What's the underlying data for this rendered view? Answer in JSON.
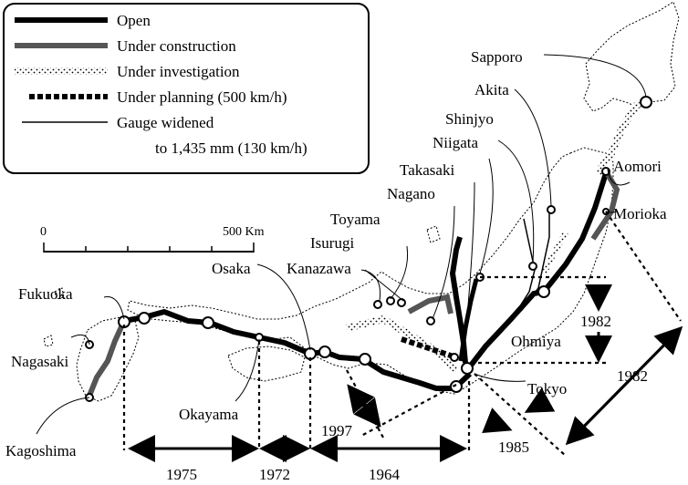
{
  "legend": {
    "items": [
      {
        "label": "Open",
        "style": "open"
      },
      {
        "label": "Under construction",
        "style": "construction"
      },
      {
        "label": "Under investigation",
        "style": "investigation"
      },
      {
        "label": "Under planning (500 km/h)",
        "style": "planning"
      },
      {
        "label": "Gauge widened",
        "label2": "to 1,435 mm (130 km/h)",
        "style": "gauge"
      }
    ]
  },
  "scale": {
    "start": "0",
    "end": "500 Km"
  },
  "cities": {
    "sapporo": "Sapporo",
    "akita": "Akita",
    "shinjyo": "Shinjyo",
    "niigata": "Niigata",
    "aomori": "Aomori",
    "takasaki": "Takasaki",
    "nagano": "Nagano",
    "morioka": "Morioka",
    "toyama": "Toyama",
    "isurugi": "Isurugi",
    "osaka": "Osaka",
    "kanazawa": "Kanazawa",
    "fukuoka": "Fukuoka",
    "nagasaki": "Nagasaki",
    "okayama": "Okayama",
    "ohmiya": "Ohmiya",
    "tokyo": "Tokyo",
    "kagoshima": "Kagoshima"
  },
  "years": {
    "y1975": "1975",
    "y1972": "1972",
    "y1964": "1964",
    "y1982_short": "1982",
    "y1982_long": "1982",
    "y1997": "1997",
    "y1985": "1985"
  },
  "colors": {
    "open": "#000000",
    "construction": "#555555",
    "outline": "#000000",
    "background": "#ffffff"
  }
}
